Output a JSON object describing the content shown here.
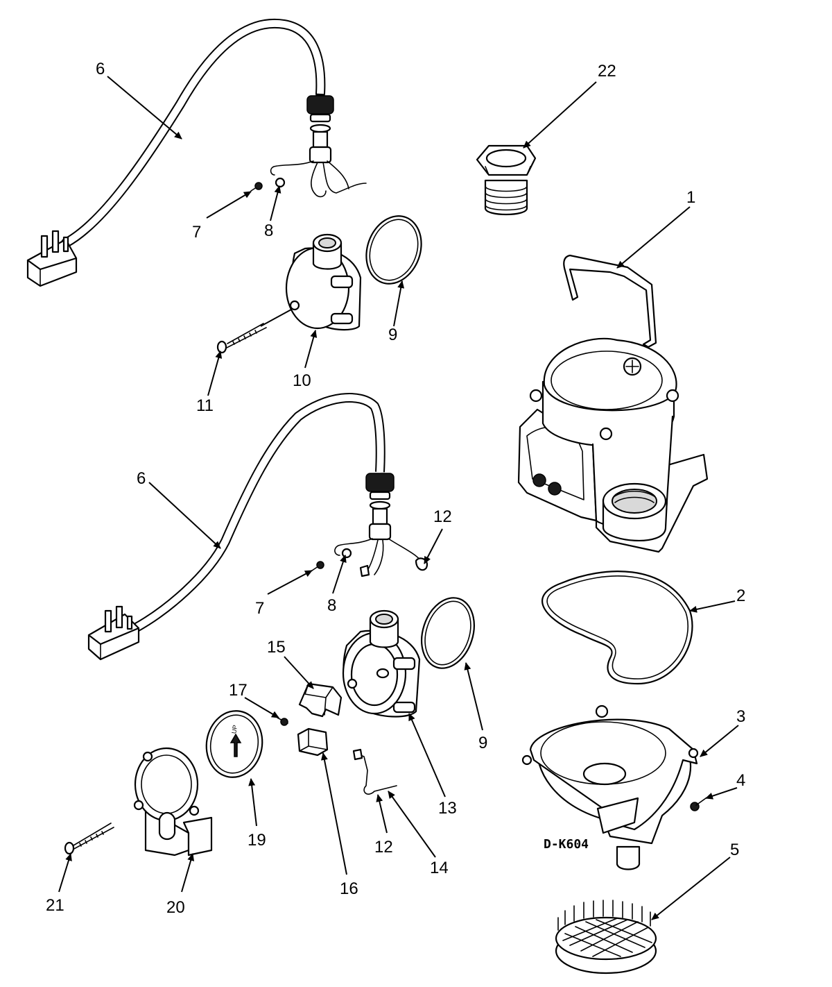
{
  "drawing_code": "D-K604",
  "callouts": {
    "c1": "1",
    "c2": "2",
    "c3": "3",
    "c4": "4",
    "c5": "5",
    "c6a": "6",
    "c6b": "6",
    "c7a": "7",
    "c7b": "7",
    "c8a": "8",
    "c8b": "8",
    "c9a": "9",
    "c9b": "9",
    "c10": "10",
    "c11": "11",
    "c12a": "12",
    "c12b": "12",
    "c13": "13",
    "c14": "14",
    "c15": "15",
    "c16": "16",
    "c17": "17",
    "c19": "19",
    "c20": "20",
    "c21": "21",
    "c22": "22"
  },
  "float_label": "UP"
}
